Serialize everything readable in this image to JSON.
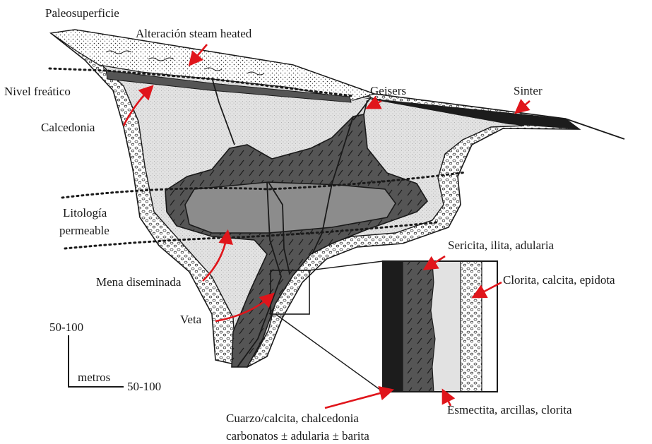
{
  "labels": {
    "paleosuperficie": "Paleosuperficie",
    "steam_heated": "Alteración steam heated",
    "nivel_freatico": "Nivel freático",
    "calcedonia": "Calcedonia",
    "geisers": "Geisers",
    "sinter": "Sinter",
    "litologia_1": "Litología",
    "litologia_2": "permeable",
    "mena": "Mena diseminada",
    "veta": "Veta",
    "sericita": "Sericita, ilita, adularia",
    "clorita": "Clorita, calcita, epidota",
    "esmectita": "Esmectita, arcillas, clorita",
    "cuarzo_1": "Cuarzo/calcita, chalcedonia",
    "cuarzo_2": "carbonatos ± adularia ± barita",
    "scale_vertical": "50-100",
    "scale_unit": "metros",
    "scale_horizontal": "50-100"
  },
  "colors": {
    "arrow": "#e0151b",
    "outline": "#1a1a1a",
    "light_fill": "#e2e2e2",
    "dark_zone": "#555555",
    "medium_zone": "#8c8c8c",
    "black_band": "#1c1c1c"
  }
}
